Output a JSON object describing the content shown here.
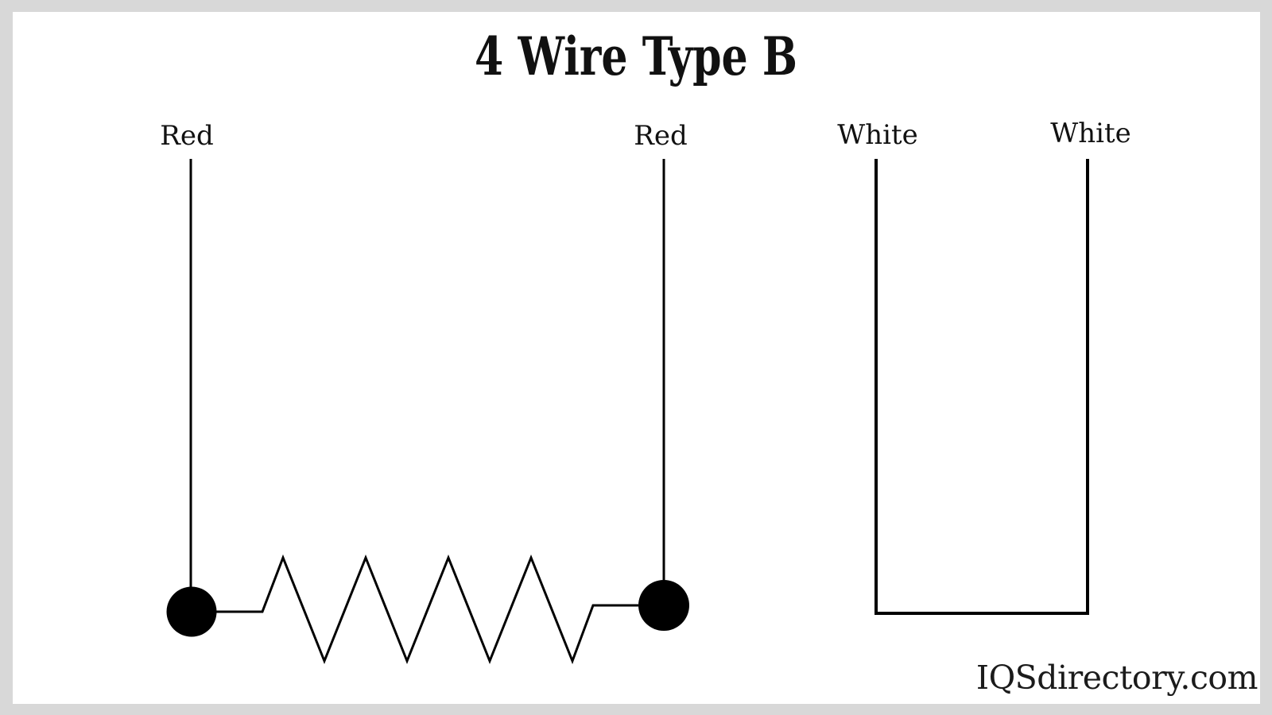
{
  "title": "4 Wire Type B",
  "watermark": "IQSdirectory.com",
  "colors": {
    "page_border": "#d8d8d8",
    "surface": "#ffffff",
    "line": "#000000",
    "text": "#111111",
    "watermark_text": "#1b1b1b"
  },
  "diagram": {
    "kind": "4-wire RTD lead wiring schematic",
    "wires": [
      {
        "id": "red-left",
        "label": "Red"
      },
      {
        "id": "red-right",
        "label": "Red"
      },
      {
        "id": "white-left",
        "label": "White"
      },
      {
        "id": "white-right",
        "label": "White"
      }
    ],
    "elements": {
      "resistor": "zigzag resistor between the two red leads",
      "terminals": "two solid black terminal dots",
      "white_loop": "two white leads joined by a bottom wire"
    }
  }
}
